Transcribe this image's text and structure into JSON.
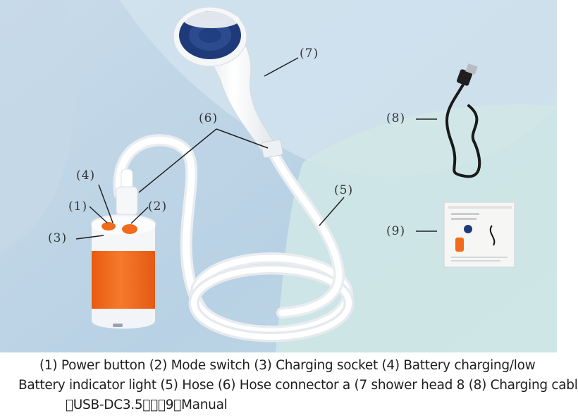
{
  "callouts": {
    "c1": "(1)",
    "c2": "(2)",
    "c3": "(3)",
    "c4": "(4)",
    "c5": "(5)",
    "c6": "(6)",
    "c7": "(7)",
    "c8": "(8)",
    "c9": "(9)"
  },
  "caption": {
    "line1": "(1) Power button (2) Mode switch (3) Charging socket (4) Battery charging/low",
    "line2": "Battery indicator light (5) Hose (6) Hose connector a (7 shower head 8 (8) Charging cabl",
    "line3": "\u0000USB-DC3.5\u0000\u0000\u00009\u0000Manual"
  },
  "colors": {
    "background_blue": "#b9d3e6",
    "background_teal": "#cfe6e6",
    "pump_orange": "#f26a1b",
    "shower_head_blue": "#1f3a78"
  }
}
